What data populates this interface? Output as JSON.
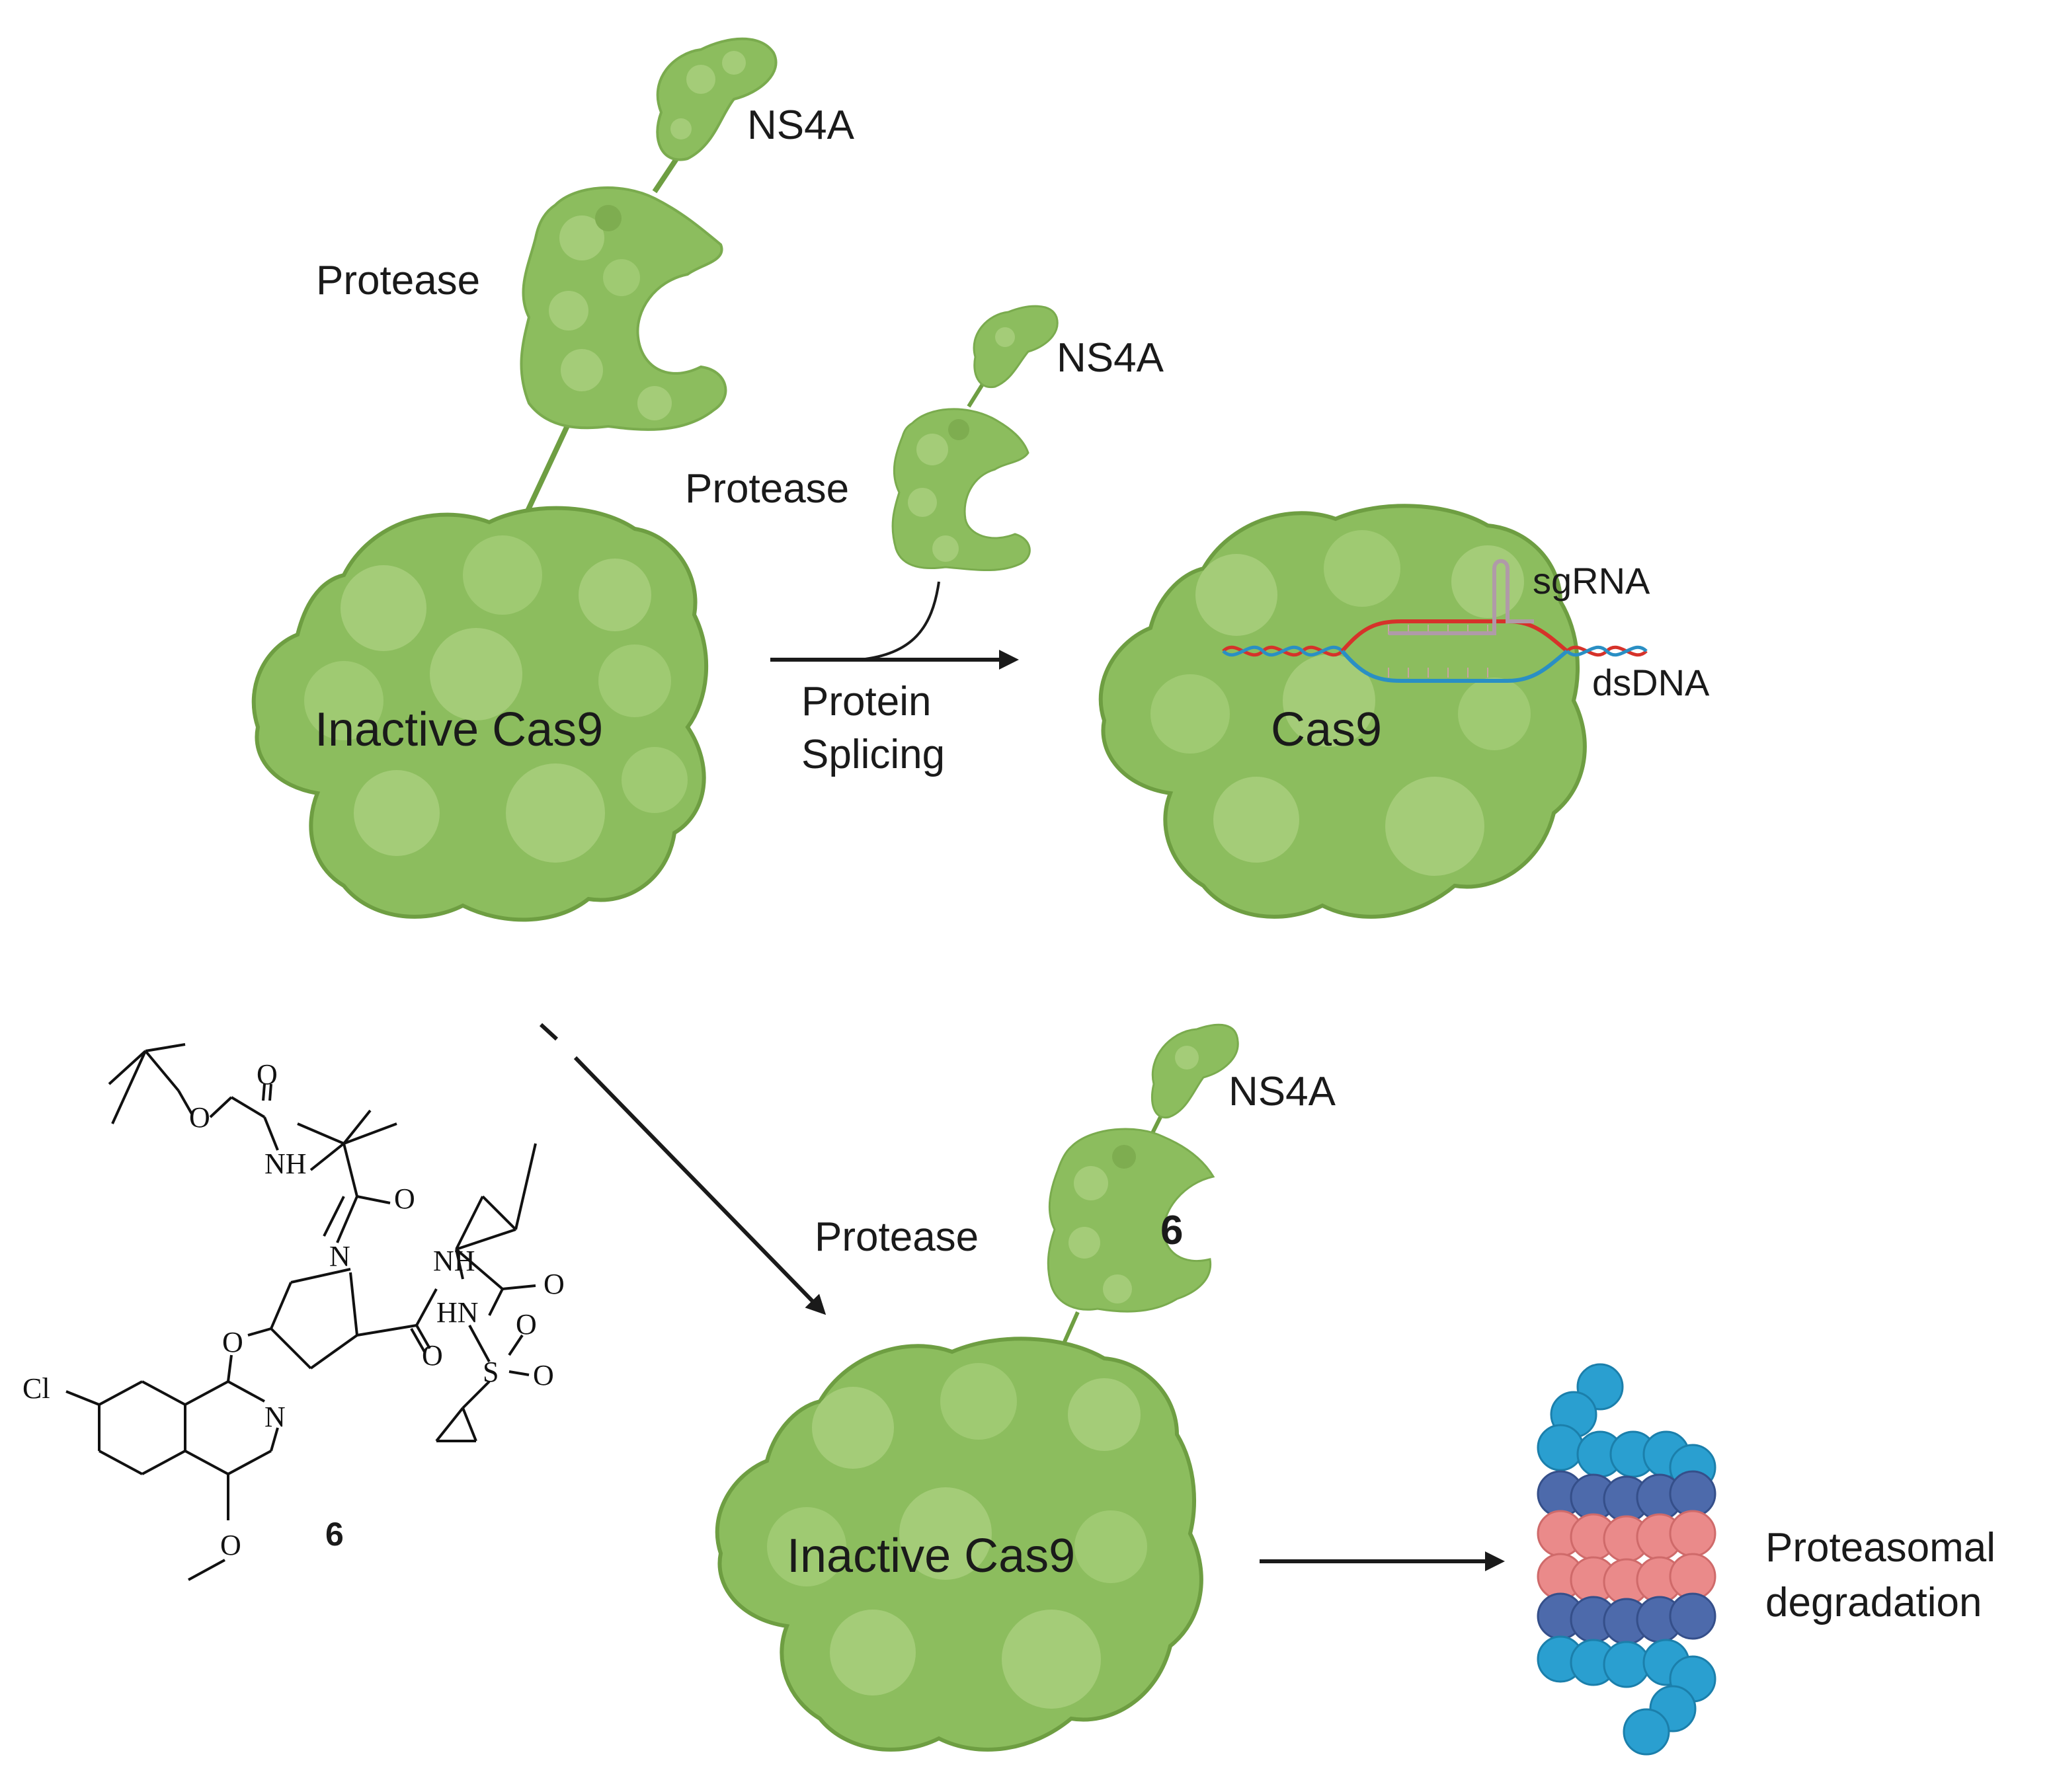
{
  "labels": {
    "ns4a_top": "NS4A",
    "protease_top": "Protease",
    "inactive_cas9_top": "Inactive Cas9",
    "ns4a_spliced": "NS4A",
    "protease_spliced": "Protease",
    "protein_splicing_line1": "Protein",
    "protein_splicing_line2": "Splicing",
    "cas9_active": "Cas9",
    "sgrna": "sgRNA",
    "dsdna": "dsDNA",
    "ns4a_bottom": "NS4A",
    "protease_bottom": "Protease",
    "inhibitor_in_pocket": "6",
    "inactive_cas9_bottom": "Inactive Cas9",
    "proteasomal_line1": "Proteasomal",
    "proteasomal_line2": "degradation"
  },
  "compound": {
    "number": "6",
    "atoms": {
      "o_carbonyl_boc": "O",
      "o_ester_boc": "O",
      "nh_boc": "NH",
      "o_amide_top": "O",
      "n_pyrrolidine": "N",
      "nh_acyl": "NH",
      "o_acyl": "O",
      "o_amide_ring": "O",
      "hn_sulfonamide": "HN",
      "s_sulfonyl": "S",
      "o_sulfonyl_top": "O",
      "o_sulfonyl_right": "O",
      "o_ether": "O",
      "cl": "Cl",
      "n_isoquinoline": "N",
      "o_methoxy": "O"
    }
  },
  "colors": {
    "protein_green": "#8cbd5e",
    "protein_light": "#a4cc78",
    "protein_dark": "#6e9e42",
    "dna_red": "#d6322a",
    "dna_blue": "#2a8fc4",
    "sgrna_purple": "#b09aa8",
    "proteasome_outer": "#2a9fd0",
    "proteasome_inner": "#4d6aab",
    "proteasome_core": "#ea8a8a",
    "arrow": "#1a1a1a"
  }
}
